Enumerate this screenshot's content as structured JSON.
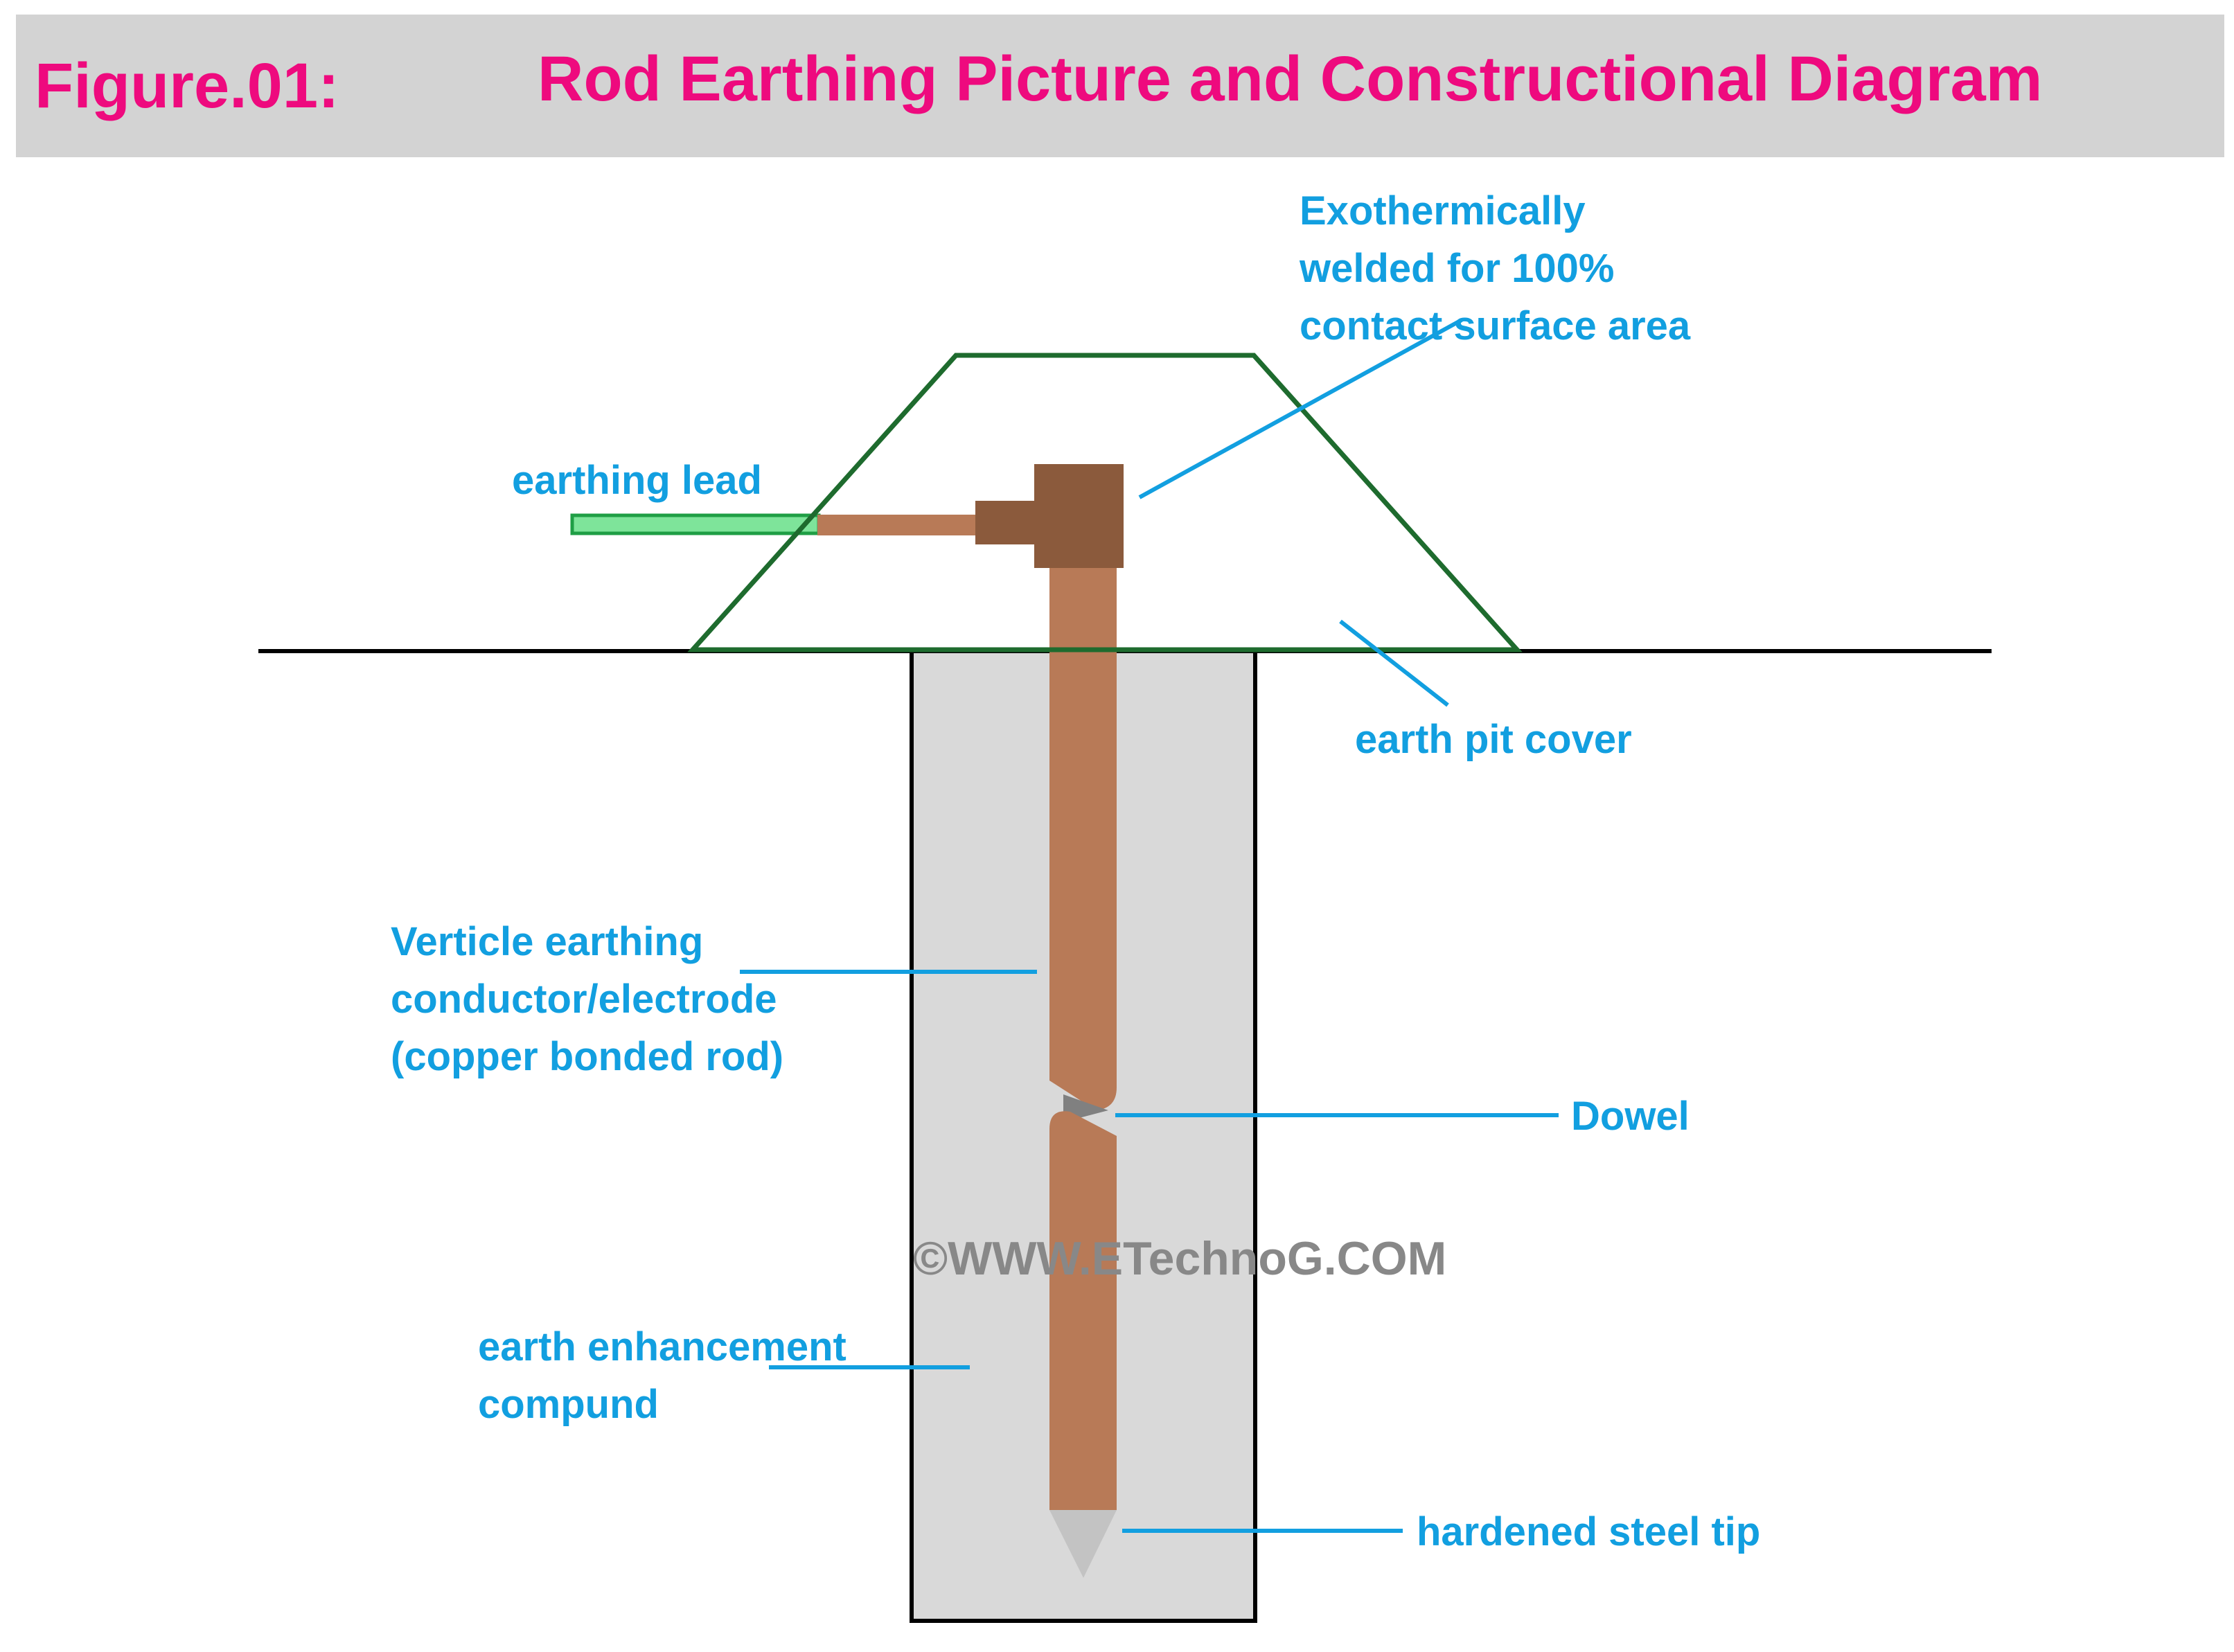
{
  "header": {
    "figure_label": "Figure.01:",
    "title": "Rod Earthing Picture and Constructional Diagram"
  },
  "labels": {
    "exothermic_weld": "Exothermically\nwelded for 100%\ncontact surface area",
    "earthing_lead": "earthing lead",
    "earth_pit_cover": "earth pit cover",
    "vertical_electrode": "Verticle earthing\nconductor/electrode\n(copper bonded rod)",
    "dowel": "Dowel",
    "enhancement_compound": "earth enhancement\ncompund",
    "steel_tip": "hardened steel tip"
  },
  "watermark": "©WWW.ETechnoG.COM",
  "colors": {
    "title": "#ee0a7e",
    "label": "#129fe0",
    "copper": "#b87a57",
    "weld": "#8b5a3c",
    "pit_cover": "#1e6b2e",
    "lead": "#7ee49a",
    "pit_fill": "#d9d9d9",
    "tip": "#c3c3c3",
    "dowel": "#808080"
  }
}
